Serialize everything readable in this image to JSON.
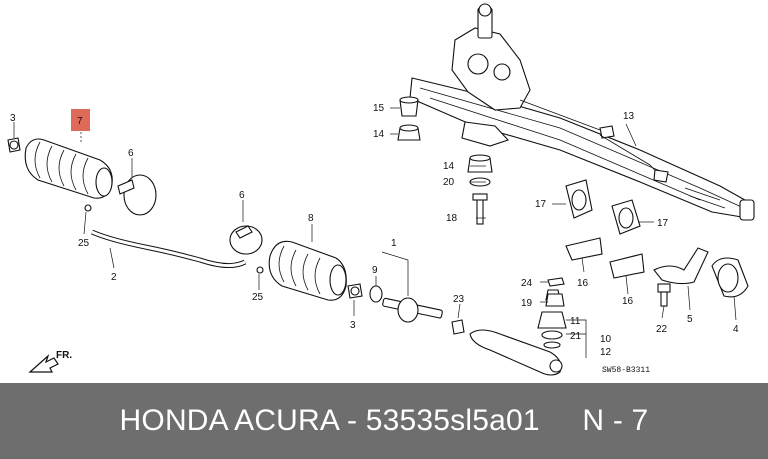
{
  "diagram": {
    "callouts": {
      "c1": "1",
      "c2": "2",
      "c3a": "3",
      "c3b": "3",
      "c4": "4",
      "c5": "5",
      "c6a": "6",
      "c6b": "6",
      "c7": "7",
      "c8": "8",
      "c9": "9",
      "c10": "10",
      "c11": "11",
      "c12": "12",
      "c13": "13",
      "c14a": "14",
      "c14b": "14",
      "c15": "15",
      "c16a": "16",
      "c16b": "16",
      "c17a": "17",
      "c17b": "17",
      "c18": "18",
      "c19": "19",
      "c20": "20",
      "c21": "21",
      "c22": "22",
      "c23": "23",
      "c24": "24",
      "c25a": "25",
      "c25b": "25"
    },
    "highlight_color": "#e06a5a",
    "direction_label": "FR.",
    "drawing_code": "SW58-B3311"
  },
  "footer": {
    "text": "HONDA ACURA - 53535sl5a01     N - 7",
    "background": "#6e6e6e"
  }
}
